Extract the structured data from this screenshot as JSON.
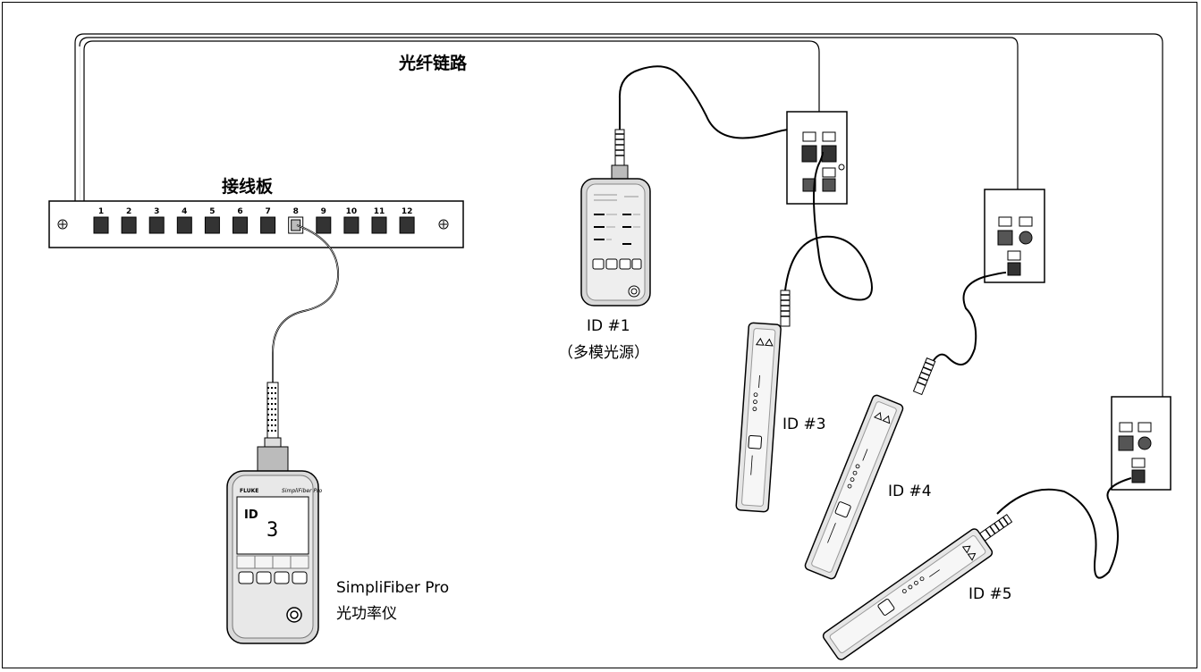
{
  "labels": {
    "fiber_link": "光纤链路",
    "patch_panel": "接线板",
    "id1": "ID #1",
    "id1_sub": "（多模光源）",
    "id3": "ID #3",
    "id4": "ID #4",
    "id5": "ID #5",
    "meter_name": "SimpliFiber Pro",
    "meter_sub": "光功率仪"
  },
  "patch_panel": {
    "ports": [
      "1",
      "2",
      "3",
      "4",
      "5",
      "6",
      "7",
      "8",
      "9",
      "10",
      "11",
      "12"
    ],
    "connected_port": "8"
  },
  "meter_display": {
    "mode": "ID",
    "value": "3",
    "brand": "FLUKE",
    "model": "SimpliFiber Pro"
  }
}
